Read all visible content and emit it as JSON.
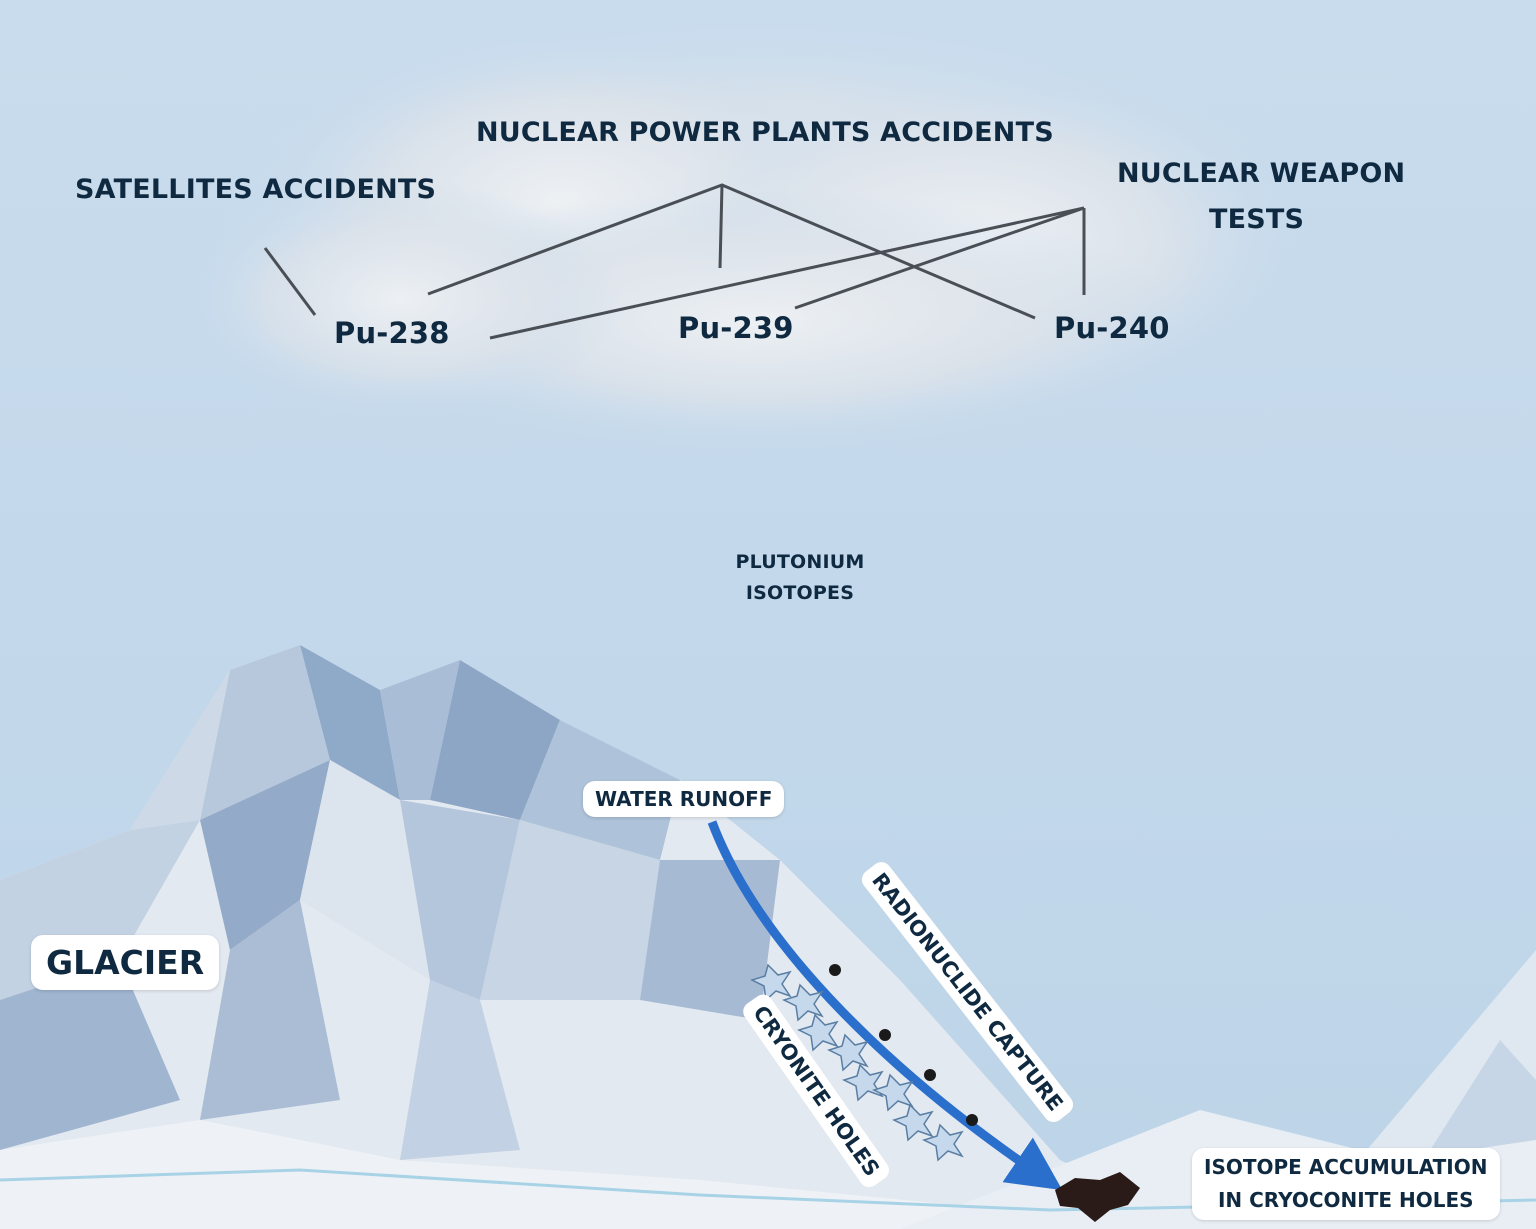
{
  "sources": {
    "satellites": "SATELLITES ACCIDENTS",
    "power_plants": "NUCLEAR POWER PLANTS ACCIDENTS",
    "weapon_tests_line1": "NUCLEAR WEAPON",
    "weapon_tests_line2": "TESTS"
  },
  "isotopes": {
    "pu238": "Pu-238",
    "pu239": "Pu-239",
    "pu240": "Pu-240"
  },
  "fallout": {
    "line1": "PLUTONIUM",
    "line2": "ISOTOPES"
  },
  "glacier": {
    "label": "GLACIER",
    "water_runoff": "WATER RUNOFF",
    "radionuclide_capture": "RADIONUCLIDE CAPTURE",
    "cryonite_holes": "CRYONITE HOLES",
    "accumulation_line1": "ISOTOPE ACCUMULATION",
    "accumulation_line2": "IN CRYOCONITE HOLES"
  },
  "colors": {
    "text": "#0f2a40",
    "sky": "#c3d7e9",
    "arrow": "#2a6fcc",
    "connector": "#4a4f55"
  }
}
